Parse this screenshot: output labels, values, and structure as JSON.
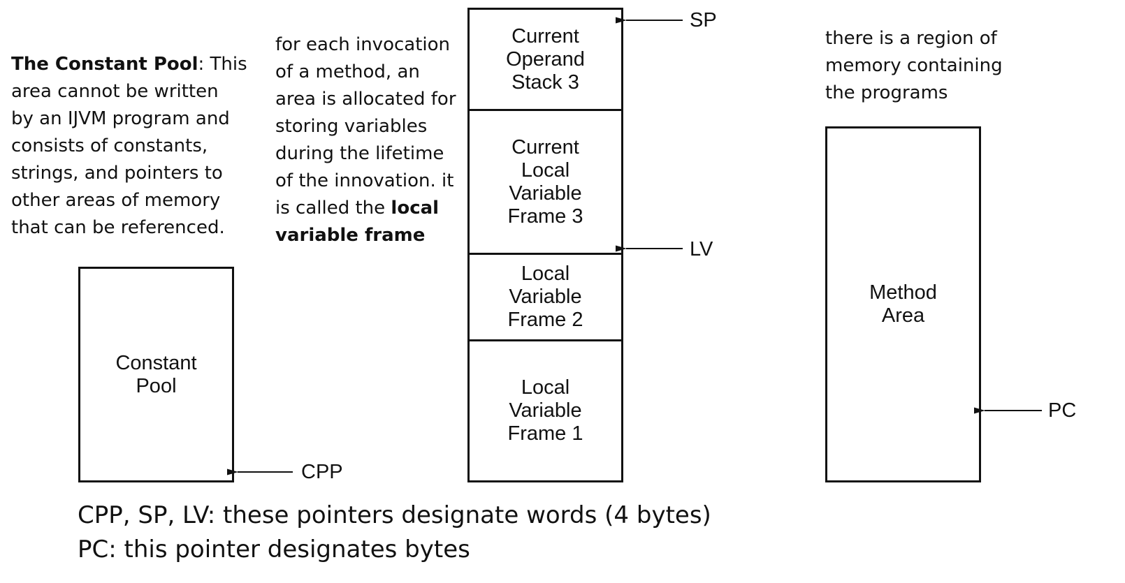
{
  "notes": {
    "constant_pool": {
      "bold_lead": "The Constant Pool",
      "lines": [
        ": This",
        "area cannot be written",
        "by an IJVM program and",
        "consists of constants,",
        "strings, and pointers to",
        "other areas of memory",
        "that can be referenced."
      ]
    },
    "local_frame": {
      "lines": [
        "for each invocation",
        "of a method, an",
        "area is allocated for",
        "storing variables",
        "during the lifetime",
        "of the innovation. it"
      ],
      "last_line_prefix": "is called the ",
      "bold_term_line1": "local",
      "bold_term_line2": "variable frame"
    },
    "method_area": {
      "lines": [
        "there is a region of",
        "memory containing",
        "the programs"
      ]
    }
  },
  "boxes": {
    "constant_pool": "Constant\nPool",
    "method_area": "Method\nArea"
  },
  "stack_segments": [
    "Current\nOperand\nStack 3",
    "Current\nLocal\nVariable\nFrame 3",
    "Local\nVariable\nFrame 2",
    "Local\nVariable\nFrame 1"
  ],
  "pointers": {
    "sp": "SP",
    "lv": "LV",
    "cpp": "CPP",
    "pc": "PC"
  },
  "footer": {
    "line1": "CPP, SP, LV: these pointers designate words (4 bytes)",
    "line2": "PC: this pointer designates bytes"
  }
}
